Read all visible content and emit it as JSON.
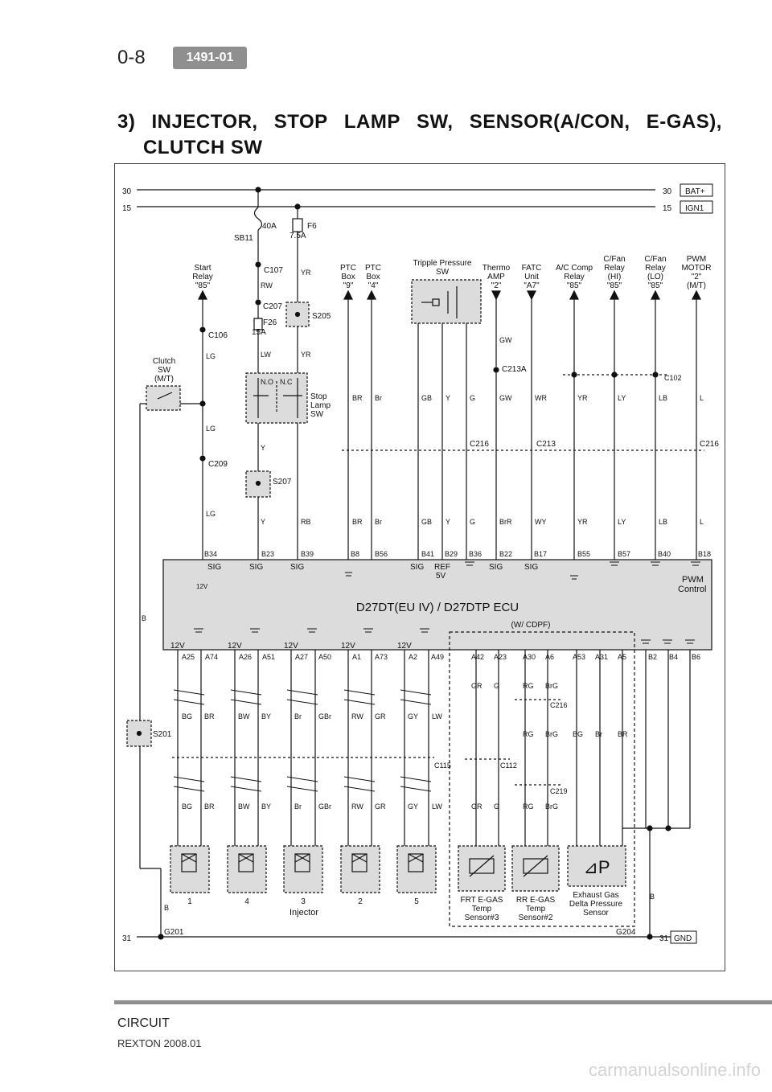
{
  "header": {
    "page_number": "0-8",
    "section_code": "1491-01",
    "title_number": "3)",
    "title_words": [
      "INJECTOR,",
      "STOP",
      "LAMP",
      "SW,",
      "SENSOR(A/CON,",
      "E-GAS),"
    ],
    "title_line2": "CLUTCH SW"
  },
  "footer": {
    "label": "CIRCUIT",
    "subtitle": "REXTON 2008.01",
    "watermark": "carmanualsonline.info"
  },
  "diagram": {
    "rails": {
      "bat_num": "30",
      "bat_tag": "BAT+",
      "ign_num": "15",
      "ign_tag": "IGN1",
      "gnd_num": "31",
      "gnd_tag": "GND"
    },
    "fuses": {
      "sb11": "SB11",
      "sb11_rating": "40A",
      "f6": "F6",
      "f6_rating": "7.5A",
      "f26": "F26",
      "f26_rating": "15A"
    },
    "connectors": {
      "c107": "C107",
      "c207": "C207",
      "s205": "S205",
      "c106": "C106",
      "c209": "C209",
      "s207": "S207",
      "s201": "S201",
      "c216": "C216",
      "c213": "C213",
      "c213a": "C213A",
      "c102": "C102",
      "c115": "C115",
      "c112": "C112",
      "c219": "C219",
      "g201": "G201",
      "g204": "G204"
    },
    "top_components": [
      {
        "key": "start",
        "label": [
          "Start",
          "Relay",
          "\"85\""
        ]
      },
      {
        "key": "ptc9",
        "label": [
          "PTC",
          "Box",
          "\"9\""
        ]
      },
      {
        "key": "ptc4",
        "label": [
          "PTC",
          "Box",
          "\"4\""
        ]
      },
      {
        "key": "tps",
        "label": [
          "Tripple Pressure",
          "SW"
        ]
      },
      {
        "key": "thermo",
        "label": [
          "Thermo",
          "AMP",
          "\"2\""
        ]
      },
      {
        "key": "fatc",
        "label": [
          "FATC",
          "Unit",
          "\"A7\""
        ]
      },
      {
        "key": "acc",
        "label": [
          "A/C Comp",
          "Relay",
          "\"85\""
        ]
      },
      {
        "key": "fanhi",
        "label": [
          "C/Fan",
          "Relay",
          "(HI)",
          "\"85\""
        ]
      },
      {
        "key": "fanlo",
        "label": [
          "C/Fan",
          "Relay",
          "(LO)",
          "\"85\""
        ]
      },
      {
        "key": "pwm",
        "label": [
          "PWM",
          "MOTOR",
          "\"2\"",
          "(M/T)"
        ]
      }
    ],
    "clutch_sw": [
      "Clutch",
      "SW",
      "(M/T)"
    ],
    "stop_lamp_sw": [
      "Stop",
      "Lamp",
      "SW"
    ],
    "switch_contacts": {
      "no": "N.O",
      "nc": "N.C"
    },
    "ecu": {
      "name": "D27DT(EU IV) / D27DTP ECU",
      "cdpf": "(W/ CDPF)",
      "pwm_control": [
        "PWM",
        "Control"
      ],
      "sig": "SIG",
      "ref": [
        "REF",
        "5V"
      ],
      "v12": "12V"
    },
    "ecu_top_pins": [
      "B34",
      "B23",
      "B39",
      "B8",
      "B56",
      "B41",
      "B29",
      "B36",
      "B22",
      "B17",
      "B55",
      "B57",
      "B40",
      "B18"
    ],
    "ecu_bottom_pins": [
      "A25",
      "A74",
      "A26",
      "A51",
      "A27",
      "A50",
      "A1",
      "A73",
      "A2",
      "A49",
      "A42",
      "A23",
      "A30",
      "A6",
      "A53",
      "A31",
      "A5",
      "B2",
      "B4",
      "B6"
    ],
    "wire_colors": {
      "rw": "RW",
      "lw": "LW",
      "yr": "YR",
      "lg": "LG",
      "y": "Y",
      "rb": "RB",
      "br": "BR",
      "brl": "Br",
      "gb": "GB",
      "g": "G",
      "gw": "GW",
      "wr": "WR",
      "ly": "LY",
      "lb": "LB",
      "l": "L",
      "brr": "BrR",
      "wy": "WY",
      "b": "B",
      "bg": "BG",
      "bw": "BW",
      "by": "BY",
      "gbr": "GBr",
      "gr": "GR",
      "gy": "GY",
      "rg": "RG",
      "brg": "BrG"
    },
    "injectors": {
      "label": "Injector",
      "numbers": [
        "1",
        "4",
        "3",
        "2",
        "5"
      ]
    },
    "sensors": {
      "frt": [
        "FRT E-GAS",
        "Temp",
        "Sensor#3"
      ],
      "rr": [
        "RR E-GAS",
        "Temp",
        "Sensor#2"
      ],
      "exh": [
        "Exhaust Gas",
        "Delta Pressure",
        "Sensor"
      ],
      "dp_symbol": "⊿P"
    }
  }
}
